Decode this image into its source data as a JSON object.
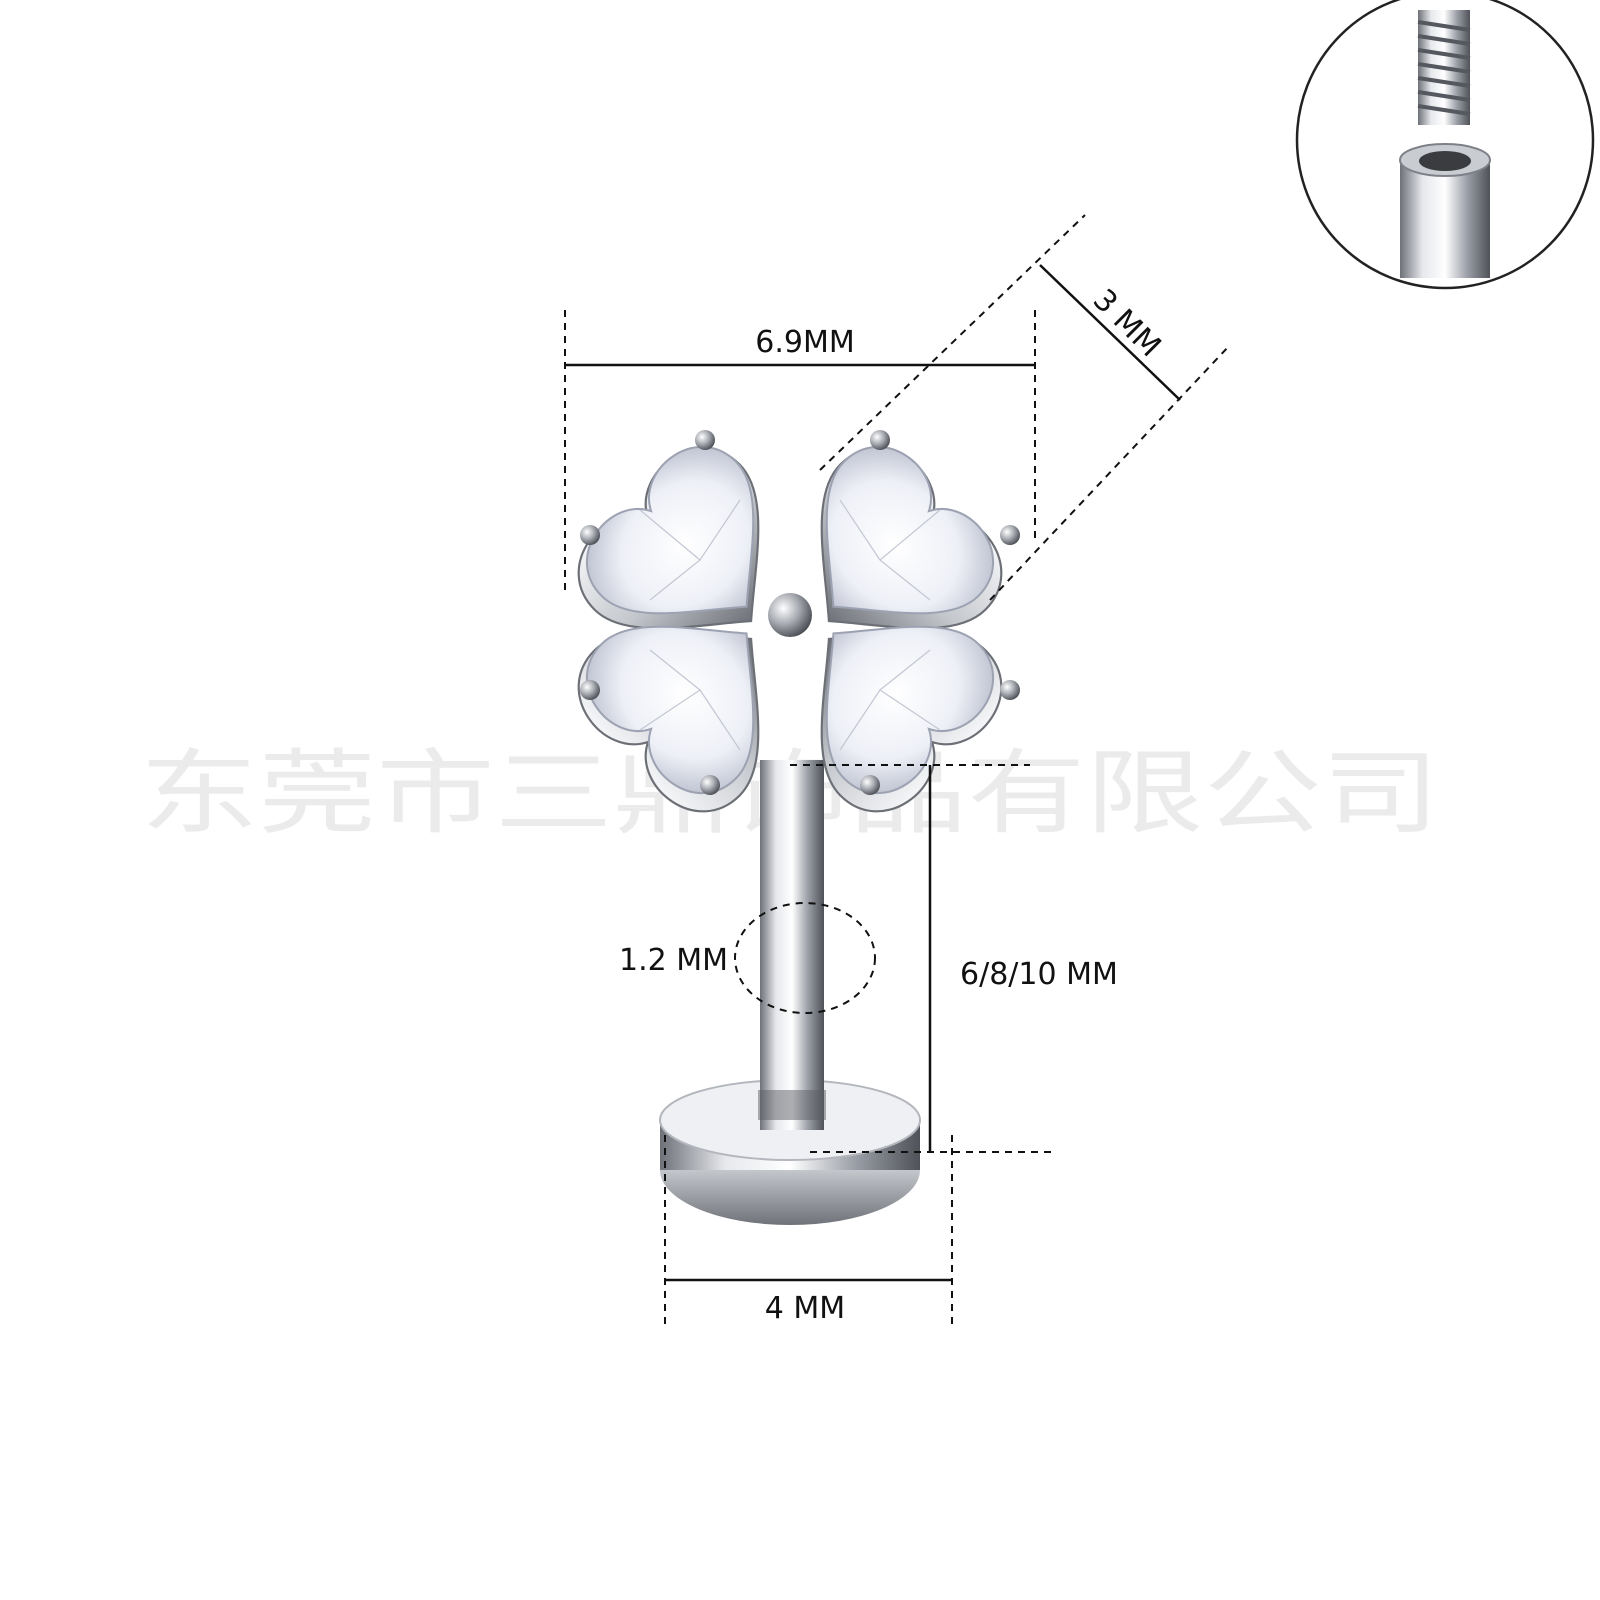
{
  "watermark": "东莞市三鼎饰品有限公司",
  "dimensions": {
    "top_width": "6.9MM",
    "thickness": "3 MM",
    "pin_diameter": "1.2 MM",
    "pin_length": "6/8/10 MM",
    "base_width": "4 MM"
  },
  "colors": {
    "background": "#ffffff",
    "metal": "#b9bcc2",
    "gem": "#e9ecf4"
  }
}
